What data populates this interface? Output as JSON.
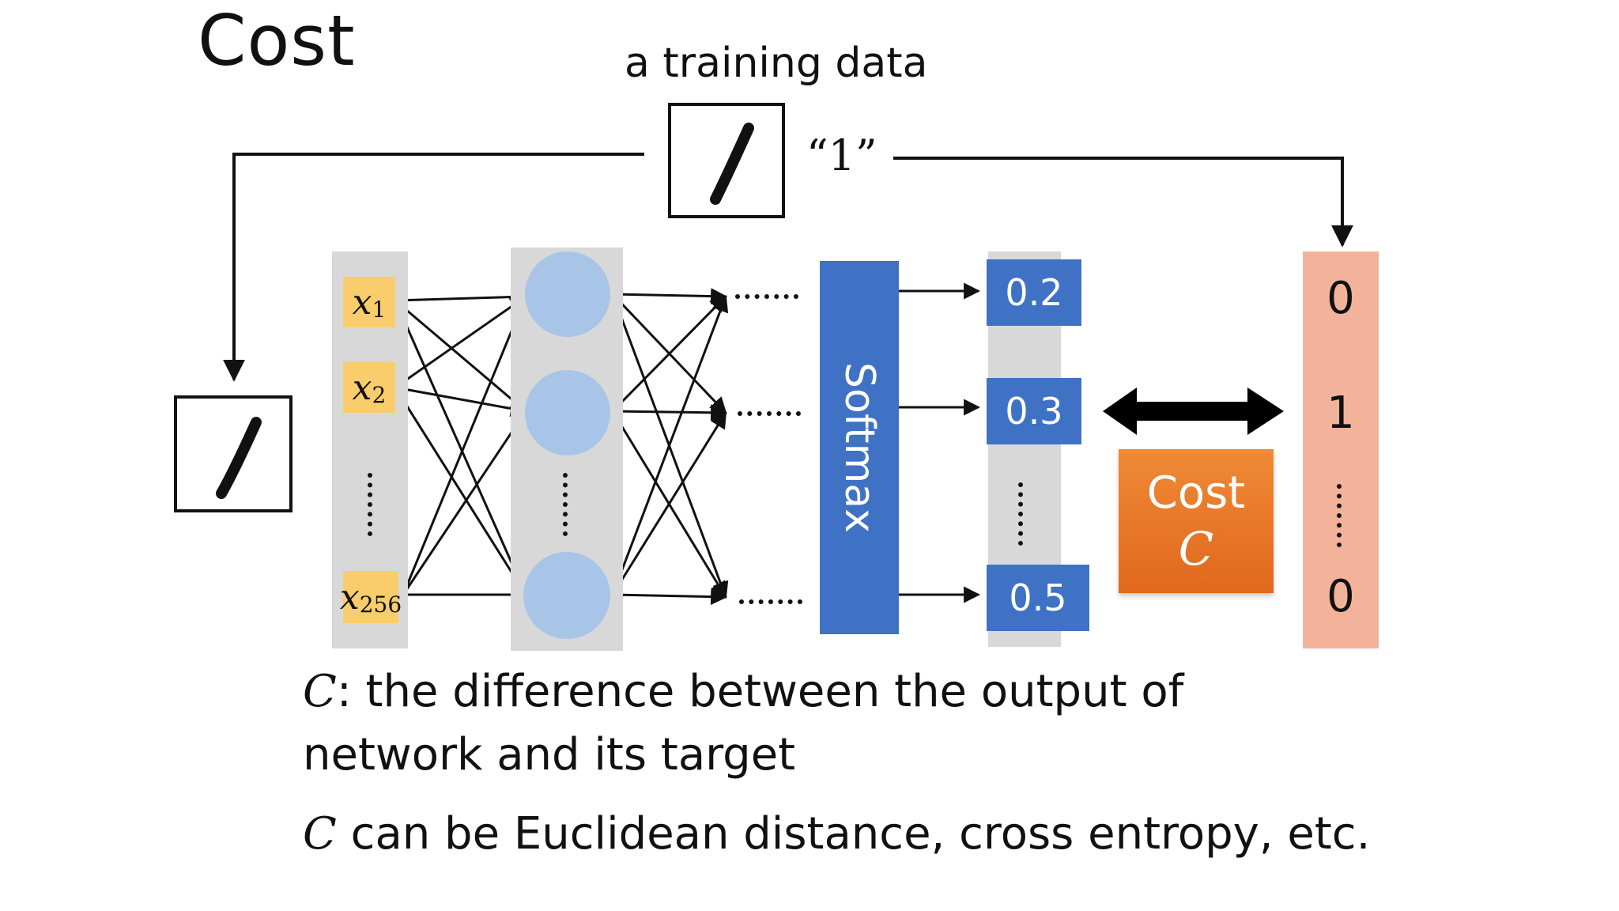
{
  "title": "Cost",
  "training_label": "a training data",
  "target_label": "“1”",
  "inputs": [
    {
      "var": "x",
      "sub": "1"
    },
    {
      "var": "x",
      "sub": "2"
    },
    {
      "var": "x",
      "sub": "256"
    }
  ],
  "outputs": [
    "0.2",
    "0.3",
    "0.5"
  ],
  "softmax_label": "Softmax",
  "targets": [
    "0",
    "1",
    "0"
  ],
  "cost_box": {
    "label": "Cost",
    "var": "C"
  },
  "caption": {
    "var": "C",
    "line1": ": the difference between the output of",
    "line2": "network and its target",
    "line3": " can be Euclidean distance, cross entropy, etc."
  },
  "colors": {
    "input_box": "#f9cd6b",
    "neuron": "#a8c5e8",
    "softmax": "#3f72c4",
    "output_box": "#3f72c4",
    "target_column": "#f3b39b",
    "cost_box": "#e9782a",
    "column_bg": "#d8d8d8"
  }
}
